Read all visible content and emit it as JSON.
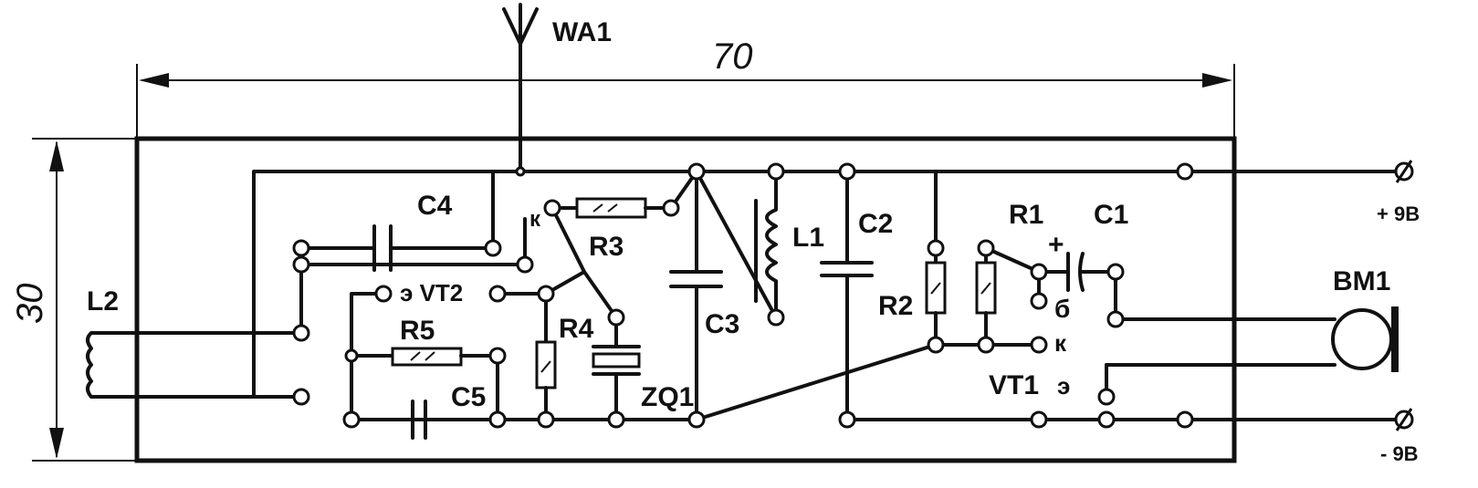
{
  "labels": {
    "antenna": "WA1",
    "width_dim": "70",
    "height_dim": "30",
    "L2": "L2",
    "C4": "C4",
    "R3": "R3",
    "L1": "L1",
    "C2": "C2",
    "R1": "R1",
    "C1": "C1",
    "VT2": "э VT2",
    "R5": "R5",
    "R4": "R4",
    "C3": "C3",
    "R2": "R2",
    "BM1": "BM1",
    "C5": "C5",
    "ZQ1": "ZQ1",
    "VT1": "VT1",
    "vt1_emitter": "э",
    "vt1_base": "б",
    "vt1_collector": "к",
    "vt2_collector": "к",
    "plus": "+ 9В",
    "minus": "- 9В",
    "plus_sym": "+"
  }
}
